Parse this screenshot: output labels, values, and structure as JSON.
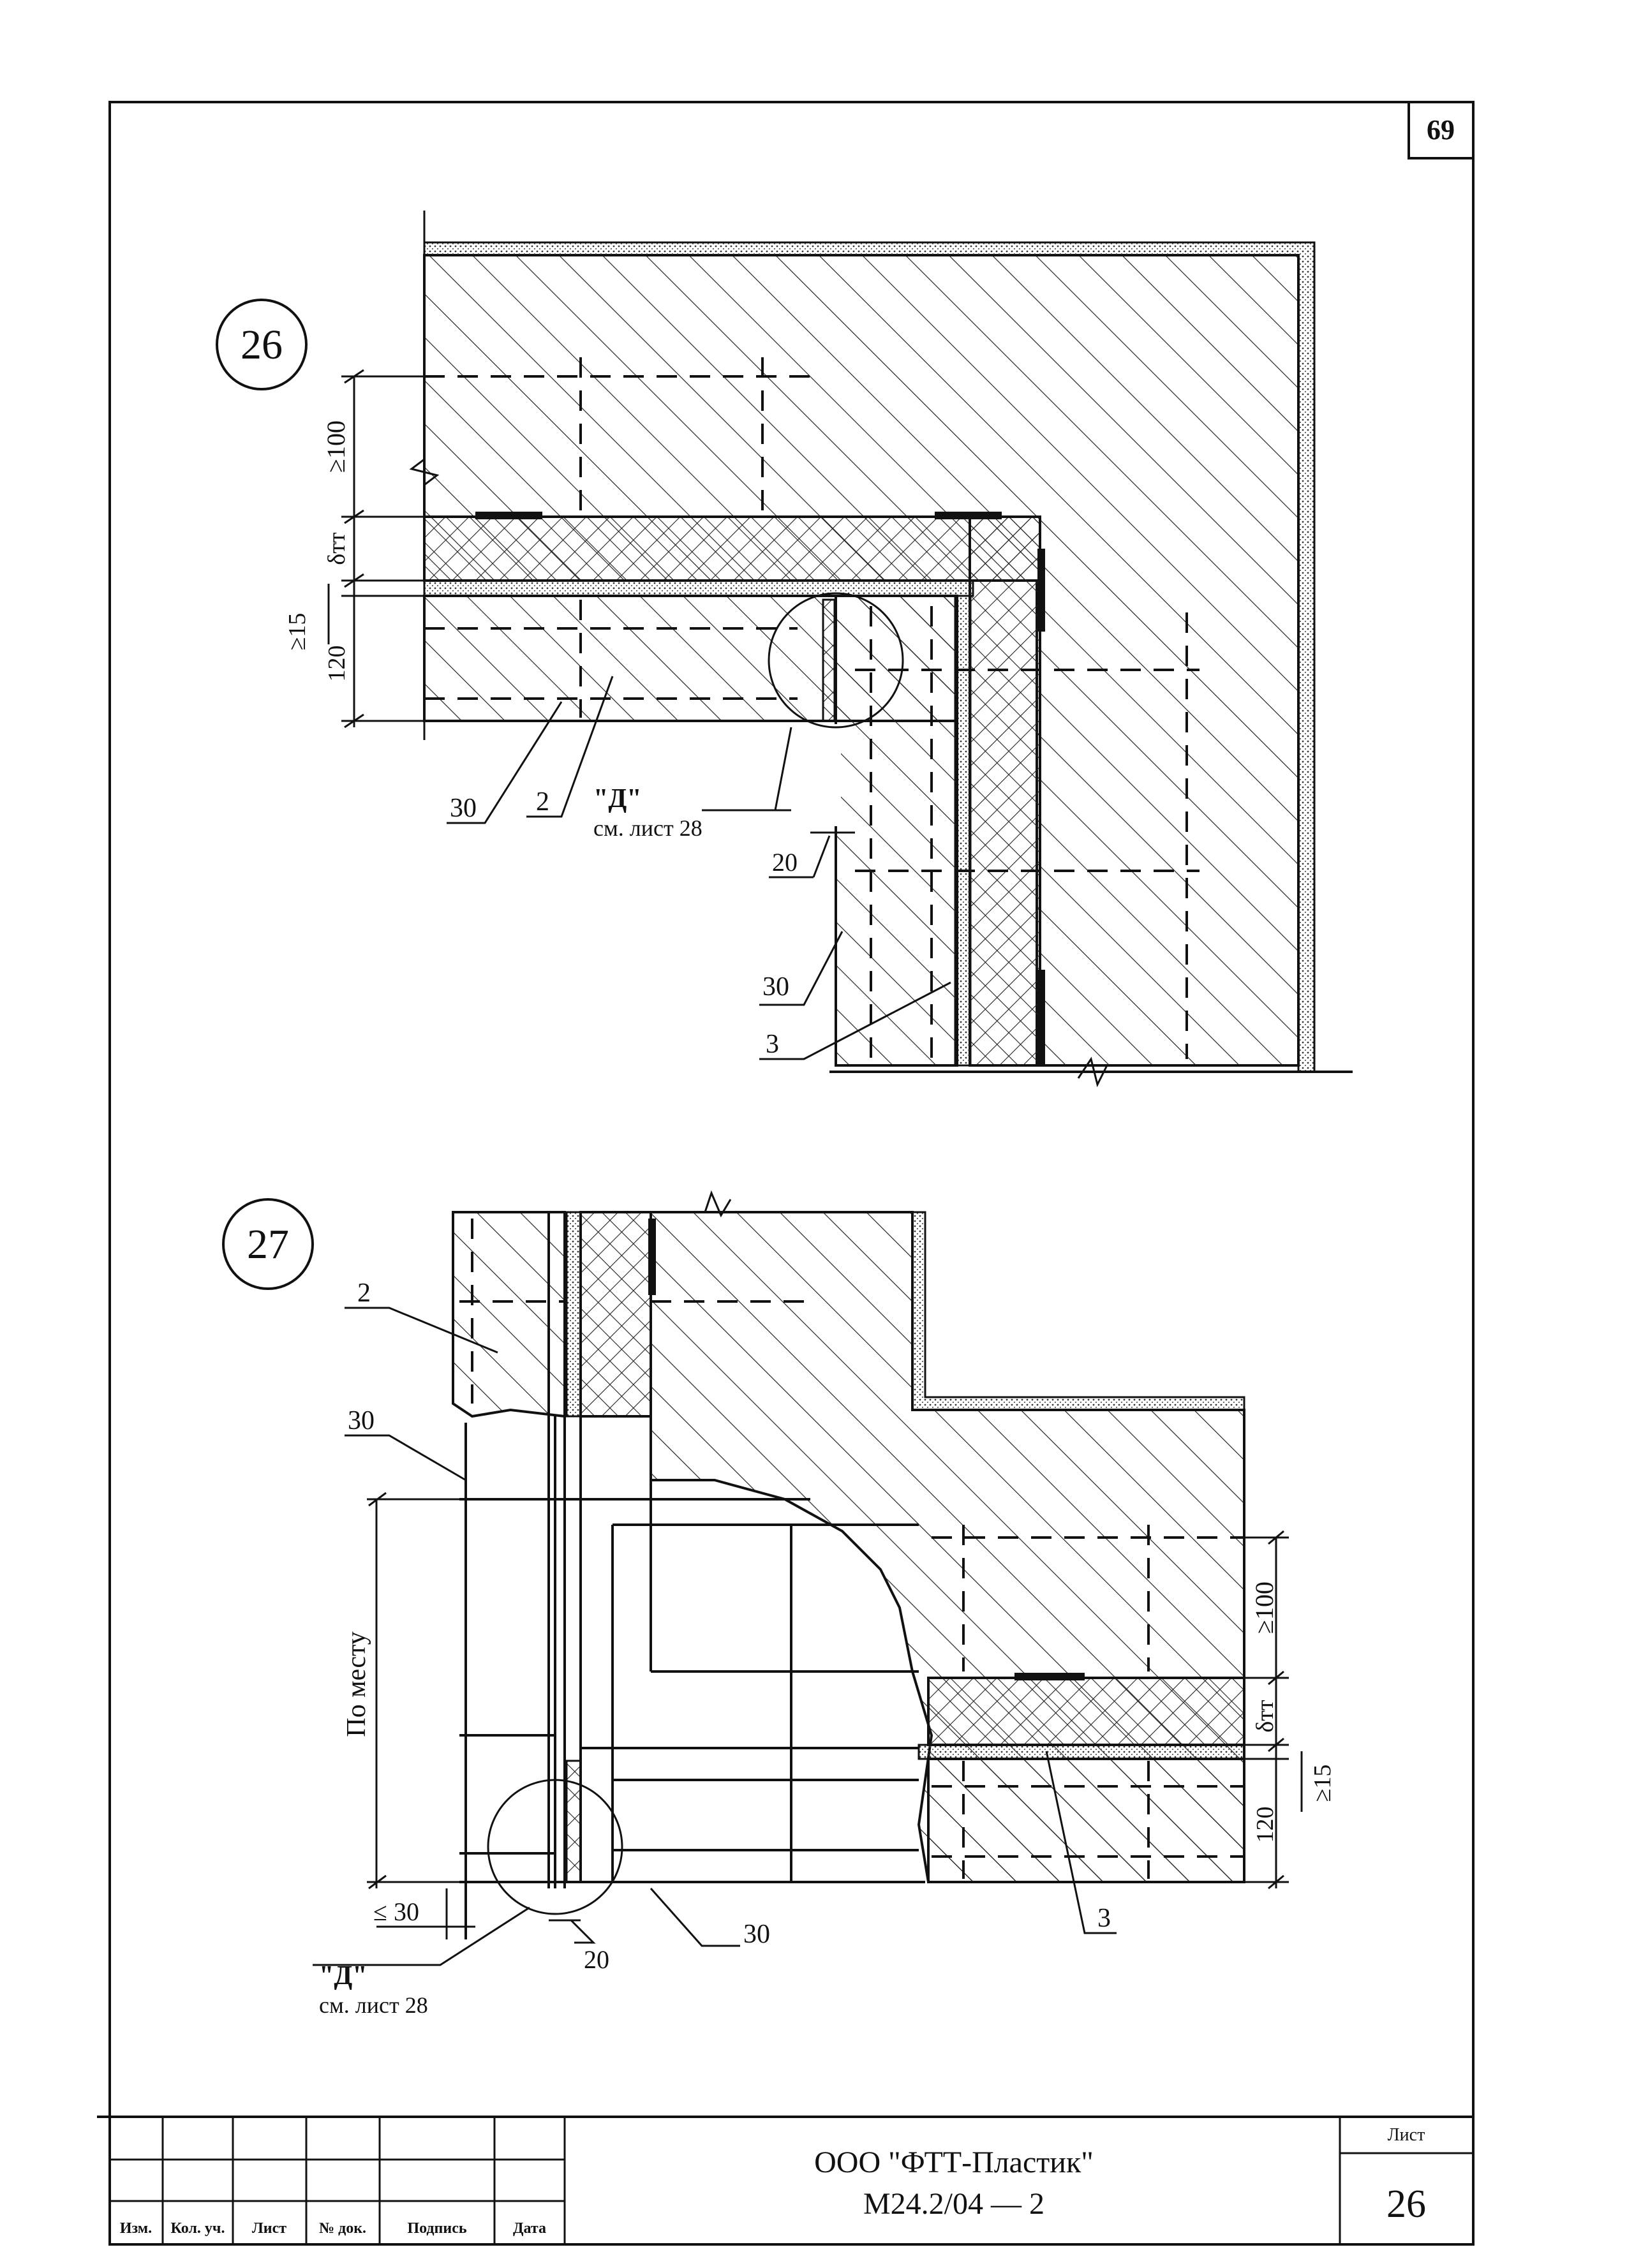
{
  "sheet": {
    "page_number": "69",
    "sheet_label": "Лист",
    "sheet_number": "26",
    "company": "ООО \"ФТТ-Пластик\"",
    "document_code": "М24.2/04 — 2",
    "stamp_columns": [
      "Изм.",
      "Кол. уч.",
      "Лист",
      "№ док.",
      "Подпись",
      "Дата"
    ]
  },
  "detail_26": {
    "number": "26",
    "dim_top": "≥100",
    "dim_insulation": "δтт",
    "dim_min15": "≥15",
    "dim_slab": "120",
    "dim_gap": "20",
    "callout_label_d": "\"Д\"",
    "callout_ref": "см. лист 28",
    "pos_30_left": "30",
    "pos_2": "2",
    "pos_30_right": "30",
    "pos_3": "3"
  },
  "detail_27": {
    "number": "27",
    "pos_2": "2",
    "pos_30_top": "30",
    "dim_on_site": "По месту",
    "dim_max30": "≤ 30",
    "callout_label_d": "\"Д\"",
    "callout_ref": "см. лист 28",
    "dim_gap": "20",
    "pos_30_bottom": "30",
    "pos_3": "3",
    "dim_top": "≥100",
    "dim_insulation": "δтт",
    "dim_min15": "≥15",
    "dim_slab": "120"
  }
}
